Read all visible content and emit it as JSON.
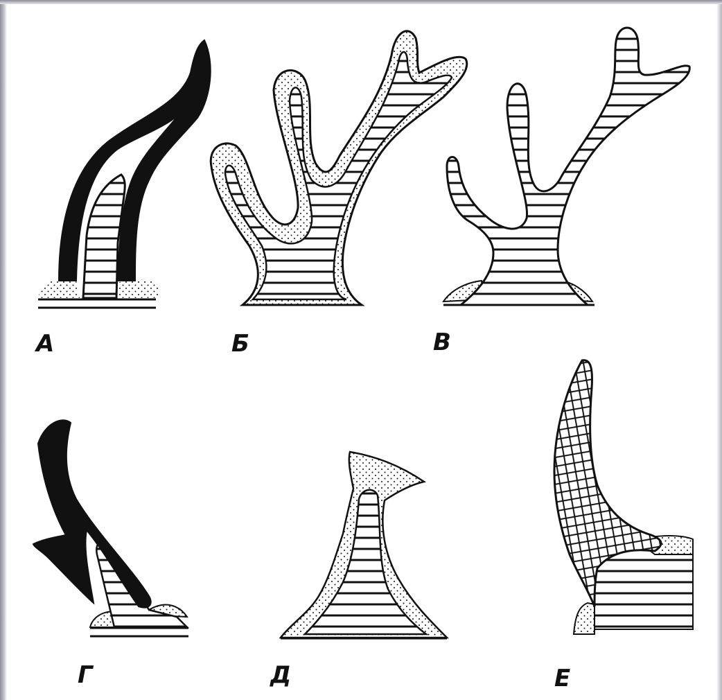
{
  "panels": [
    {
      "id": "A",
      "label": "А"
    },
    {
      "id": "B",
      "label": "Б"
    },
    {
      "id": "V",
      "label": "В"
    },
    {
      "id": "G",
      "label": "Г"
    },
    {
      "id": "D",
      "label": "Д"
    },
    {
      "id": "E",
      "label": "Е"
    }
  ],
  "colors": {
    "ink": "#111111",
    "paper": "#ffffff",
    "frame": "#8c8c99"
  }
}
